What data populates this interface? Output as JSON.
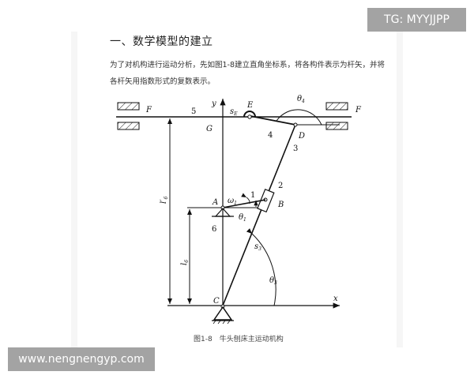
{
  "document": {
    "heading": "一、数学模型的建立",
    "paragraph": "为了对机构进行运动分析，先如图1-8建立直角坐标系，将各构件表示为杆矢，并将各杆矢用指数形式的复数表示。",
    "figure_caption": "图1-8　牛头刨床主运动机构"
  },
  "diagram": {
    "labels": {
      "F_left": "F",
      "F_right": "F",
      "link5": "5",
      "y_axis": "y",
      "sE": "s",
      "sE_sub": "E",
      "E": "E",
      "theta4": "θ",
      "theta4_sub": "4",
      "G": "G",
      "link4": "4",
      "D": "D",
      "link3": "3",
      "l6_prime": "l′",
      "l6_prime_sub": "6",
      "link2": "2",
      "A": "A",
      "omega1": "ω",
      "omega1_sub": "1",
      "link1": "1",
      "B": "B",
      "theta1": "θ",
      "theta1_sub": "1",
      "link6": "6",
      "s3": "s",
      "s3_sub": "3",
      "l6": "l",
      "l6_sub": "6",
      "theta3": "θ",
      "theta3_sub": "3",
      "C": "C",
      "x_axis": "x"
    }
  },
  "watermarks": {
    "top_right": "TG: MYYJJPP",
    "bottom_left": "www.nengnengyp.com"
  }
}
